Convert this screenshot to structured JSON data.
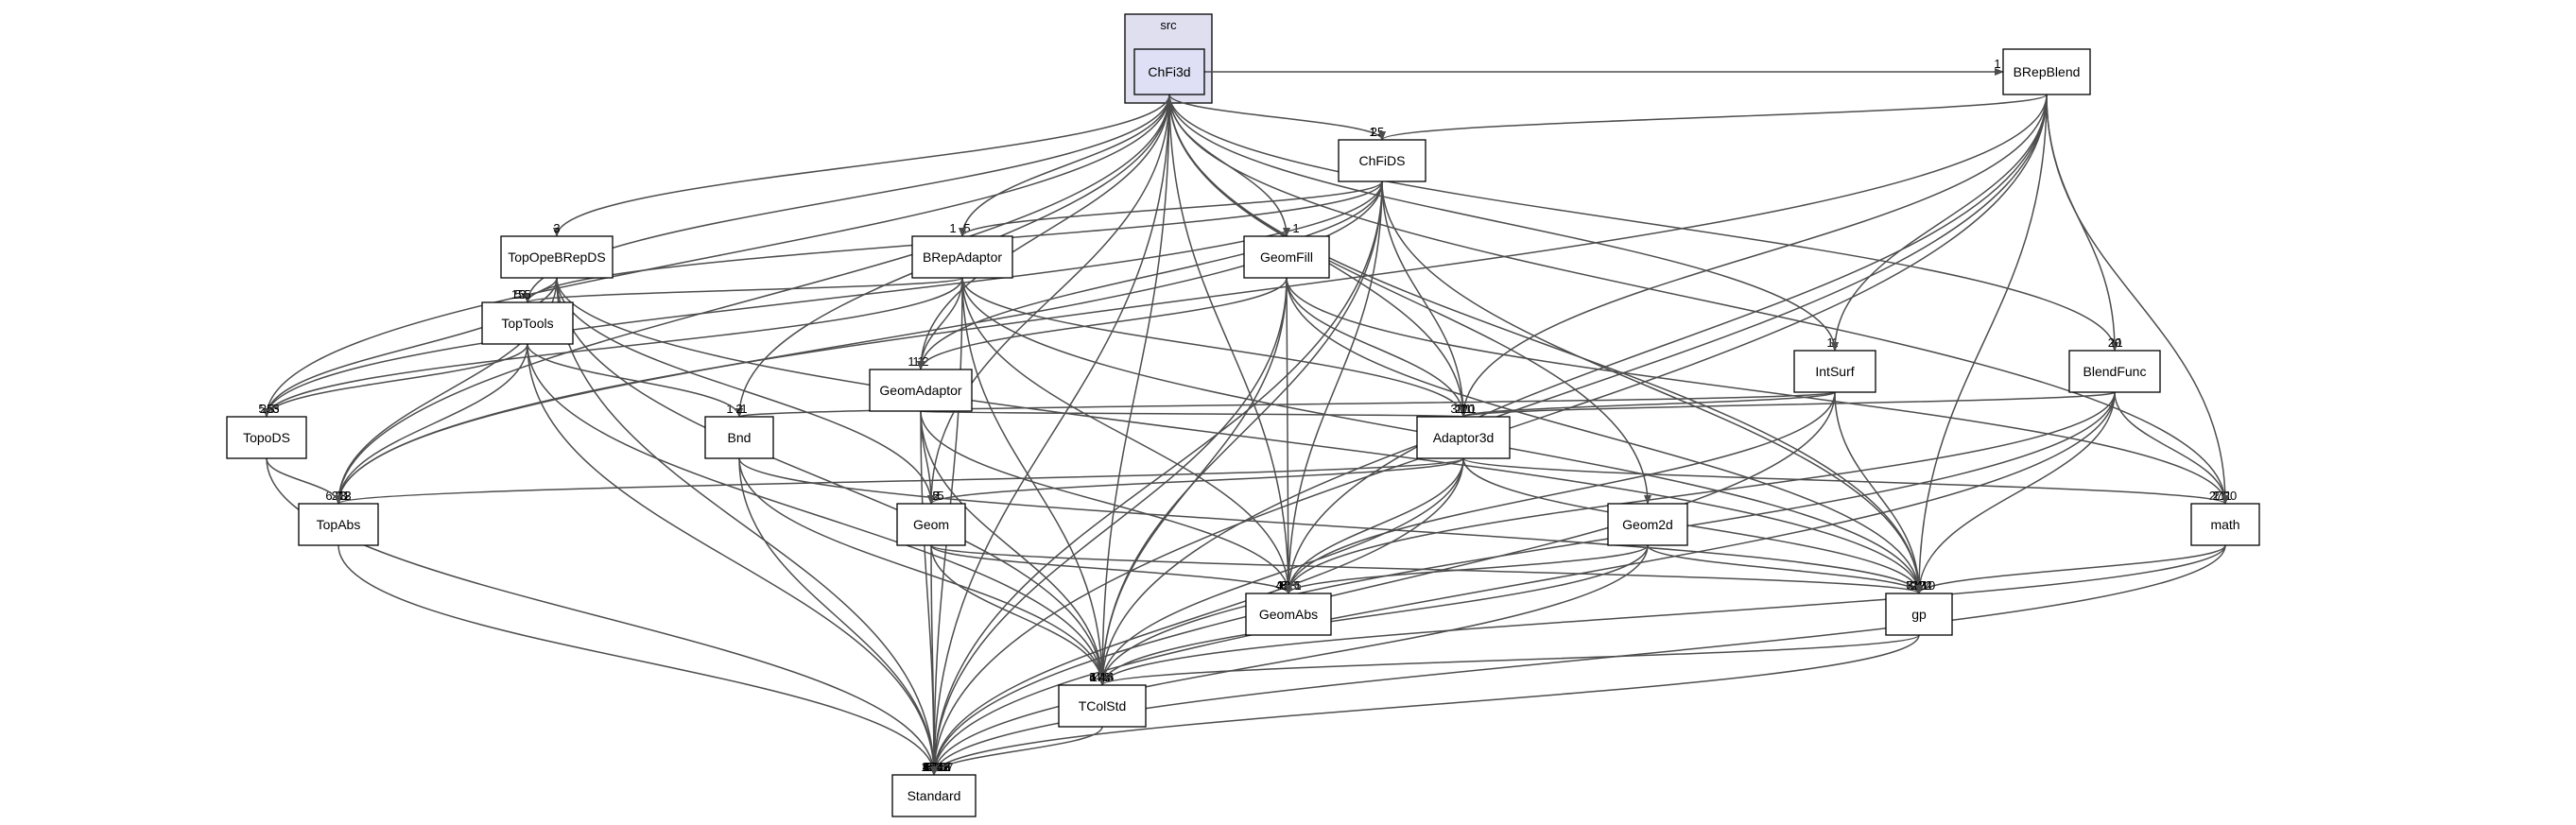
{
  "cluster": {
    "label": "src"
  },
  "nodes": [
    {
      "id": "ChFi3d",
      "label": "ChFi3d",
      "main": true
    },
    {
      "id": "BRepBlend",
      "label": "BRepBlend"
    },
    {
      "id": "ChFiDS",
      "label": "ChFiDS"
    },
    {
      "id": "TopOpeBRepDS",
      "label": "TopOpeBRepDS"
    },
    {
      "id": "BRepAdaptor",
      "label": "BRepAdaptor"
    },
    {
      "id": "GeomFill",
      "label": "GeomFill"
    },
    {
      "id": "TopTools",
      "label": "TopTools"
    },
    {
      "id": "GeomAdaptor",
      "label": "GeomAdaptor"
    },
    {
      "id": "IntSurf",
      "label": "IntSurf"
    },
    {
      "id": "BlendFunc",
      "label": "BlendFunc"
    },
    {
      "id": "TopoDS",
      "label": "TopoDS"
    },
    {
      "id": "Bnd",
      "label": "Bnd"
    },
    {
      "id": "Adaptor3d",
      "label": "Adaptor3d"
    },
    {
      "id": "TopAbs",
      "label": "TopAbs"
    },
    {
      "id": "Geom",
      "label": "Geom"
    },
    {
      "id": "Geom2d",
      "label": "Geom2d"
    },
    {
      "id": "math",
      "label": "math"
    },
    {
      "id": "GeomAbs",
      "label": "GeomAbs"
    },
    {
      "id": "gp",
      "label": "gp"
    },
    {
      "id": "TColStd",
      "label": "TColStd"
    },
    {
      "id": "Standard",
      "label": "Standard"
    }
  ],
  "edges": [
    {
      "from": "ChFi3d",
      "to": "BRepBlend",
      "label": "1"
    },
    {
      "from": "ChFi3d",
      "to": "ChFiDS",
      "label": "25"
    },
    {
      "from": "ChFi3d",
      "to": "TopOpeBRepDS",
      "label": "3"
    },
    {
      "from": "ChFi3d",
      "to": "BRepAdaptor",
      "label": "5"
    },
    {
      "from": "ChFi3d",
      "to": "GeomFill",
      "label": "1"
    },
    {
      "from": "ChFi3d",
      "to": "TopTools",
      "label": "5"
    },
    {
      "from": "ChFi3d",
      "to": "GeomAdaptor",
      "label": "1"
    },
    {
      "from": "ChFi3d",
      "to": "IntSurf",
      "label": "1"
    },
    {
      "from": "ChFi3d",
      "to": "BlendFunc",
      "label": "1"
    },
    {
      "from": "ChFi3d",
      "to": "TopoDS",
      "label": "3"
    },
    {
      "from": "ChFi3d",
      "to": "Bnd",
      "label": "1"
    },
    {
      "from": "ChFi3d",
      "to": "Adaptor3d",
      "label": "2"
    },
    {
      "from": "ChFi3d",
      "to": "TopAbs",
      "label": "3"
    },
    {
      "from": "ChFi3d",
      "to": "Geom",
      "label": "5"
    },
    {
      "from": "ChFi3d",
      "to": "Geom2d",
      "label": ""
    },
    {
      "from": "ChFi3d",
      "to": "math",
      "label": "2"
    },
    {
      "from": "ChFi3d",
      "to": "GeomAbs",
      "label": "36"
    },
    {
      "from": "ChFi3d",
      "to": "gp",
      "label": "2"
    },
    {
      "from": "ChFi3d",
      "to": "TColStd",
      "label": "33"
    },
    {
      "from": "ChFi3d",
      "to": "Standard",
      "label": "50"
    },
    {
      "from": "BRepBlend",
      "to": "ChFiDS",
      "label": "1"
    },
    {
      "from": "BRepBlend",
      "to": "IntSurf",
      "label": "1"
    },
    {
      "from": "BRepBlend",
      "to": "BlendFunc",
      "label": "20"
    },
    {
      "from": "BRepBlend",
      "to": "Adaptor3d",
      "label": "20"
    },
    {
      "from": "BRepBlend",
      "to": "TopAbs",
      "label": "3"
    },
    {
      "from": "BRepBlend",
      "to": "math",
      "label": "27"
    },
    {
      "from": "BRepBlend",
      "to": "GeomAbs",
      "label": "8"
    },
    {
      "from": "BRepBlend",
      "to": "gp",
      "label": "37"
    },
    {
      "from": "BRepBlend",
      "to": "TColStd",
      "label": "24"
    },
    {
      "from": "BRepBlend",
      "to": "Standard",
      "label": "69"
    },
    {
      "from": "ChFiDS",
      "to": "BRepAdaptor",
      "label": "1"
    },
    {
      "from": "ChFiDS",
      "to": "TopTools",
      "label": "3"
    },
    {
      "from": "ChFiDS",
      "to": "GeomAdaptor",
      "label": "1"
    },
    {
      "from": "ChFiDS",
      "to": "TopoDS",
      "label": "3"
    },
    {
      "from": "ChFiDS",
      "to": "Adaptor3d",
      "label": "1"
    },
    {
      "from": "ChFiDS",
      "to": "TopAbs",
      "label": "6"
    },
    {
      "from": "ChFiDS",
      "to": "GeomAbs",
      "label": "3"
    },
    {
      "from": "ChFiDS",
      "to": "gp",
      "label": "7"
    },
    {
      "from": "ChFiDS",
      "to": "TColStd",
      "label": "7"
    },
    {
      "from": "ChFiDS",
      "to": "Standard",
      "label": "56"
    },
    {
      "from": "TopOpeBRepDS",
      "to": "TopTools",
      "label": "15"
    },
    {
      "from": "TopOpeBRepDS",
      "to": "TopoDS",
      "label": "5"
    },
    {
      "from": "TopOpeBRepDS",
      "to": "TopAbs",
      "label": "21"
    },
    {
      "from": "TopOpeBRepDS",
      "to": "Geom",
      "label": "5"
    },
    {
      "from": "TopOpeBRepDS",
      "to": "gp",
      "label": "4"
    },
    {
      "from": "TopOpeBRepDS",
      "to": "TColStd",
      "label": "6"
    },
    {
      "from": "TopOpeBRepDS",
      "to": "Standard",
      "label": "90"
    },
    {
      "from": "BRepAdaptor",
      "to": "TopTools",
      "label": "5"
    },
    {
      "from": "BRepAdaptor",
      "to": "GeomAdaptor",
      "label": "2"
    },
    {
      "from": "BRepAdaptor",
      "to": "TopoDS",
      "label": "5"
    },
    {
      "from": "BRepAdaptor",
      "to": "Adaptor3d",
      "label": "3"
    },
    {
      "from": "BRepAdaptor",
      "to": "GeomAbs",
      "label": "6"
    },
    {
      "from": "BRepAdaptor",
      "to": "gp",
      "label": "20"
    },
    {
      "from": "BRepAdaptor",
      "to": "TColStd",
      "label": "3"
    },
    {
      "from": "BRepAdaptor",
      "to": "Standard",
      "label": "11"
    },
    {
      "from": "GeomFill",
      "to": "GeomAdaptor",
      "label": "1"
    },
    {
      "from": "GeomFill",
      "to": "Adaptor3d",
      "label": "1"
    },
    {
      "from": "GeomFill",
      "to": "math",
      "label": "11"
    },
    {
      "from": "GeomFill",
      "to": "GeomAbs",
      "label": "3"
    },
    {
      "from": "GeomFill",
      "to": "gp",
      "label": "2"
    },
    {
      "from": "GeomFill",
      "to": "TColStd",
      "label": "1"
    },
    {
      "from": "GeomFill",
      "to": "Standard",
      "label": "5"
    },
    {
      "from": "TopTools",
      "to": "TopoDS",
      "label": "25"
    },
    {
      "from": "TopTools",
      "to": "Bnd",
      "label": "1"
    },
    {
      "from": "TopTools",
      "to": "TopAbs",
      "label": "2"
    },
    {
      "from": "TopTools",
      "to": "TColStd",
      "label": "5"
    },
    {
      "from": "TopTools",
      "to": "Standard",
      "label": "43"
    },
    {
      "from": "GeomAdaptor",
      "to": "Adaptor3d",
      "label": "3"
    },
    {
      "from": "GeomAdaptor",
      "to": "Geom",
      "label": "2"
    },
    {
      "from": "GeomAdaptor",
      "to": "GeomAbs",
      "label": "5"
    },
    {
      "from": "GeomAdaptor",
      "to": "TColStd",
      "label": "1"
    },
    {
      "from": "GeomAdaptor",
      "to": "Standard",
      "label": "3"
    },
    {
      "from": "IntSurf",
      "to": "Bnd",
      "label": "2"
    },
    {
      "from": "IntSurf",
      "to": "Adaptor3d",
      "label": "1"
    },
    {
      "from": "IntSurf",
      "to": "GeomAbs",
      "label": "1"
    },
    {
      "from": "IntSurf",
      "to": "gp",
      "label": "6"
    },
    {
      "from": "IntSurf",
      "to": "Standard",
      "label": "16"
    },
    {
      "from": "BlendFunc",
      "to": "Adaptor3d",
      "label": "1"
    },
    {
      "from": "BlendFunc",
      "to": "math",
      "label": "20"
    },
    {
      "from": "BlendFunc",
      "to": "GeomAbs",
      "label": "1"
    },
    {
      "from": "BlendFunc",
      "to": "gp",
      "label": "7"
    },
    {
      "from": "BlendFunc",
      "to": "TColStd",
      "label": "10"
    },
    {
      "from": "BlendFunc",
      "to": "Standard",
      "label": "20"
    },
    {
      "from": "TopoDS",
      "to": "TopAbs",
      "label": "11"
    },
    {
      "from": "TopoDS",
      "to": "Standard",
      "label": "32"
    },
    {
      "from": "Bnd",
      "to": "gp",
      "label": "3"
    },
    {
      "from": "Bnd",
      "to": "TColStd",
      "label": "4"
    },
    {
      "from": "Bnd",
      "to": "Standard",
      "label": "42"
    },
    {
      "from": "Adaptor3d",
      "to": "TopAbs",
      "label": "3"
    },
    {
      "from": "Adaptor3d",
      "to": "Geom",
      "label": "5"
    },
    {
      "from": "Adaptor3d",
      "to": "math",
      "label": "1"
    },
    {
      "from": "Adaptor3d",
      "to": "GeomAbs",
      "label": "13"
    },
    {
      "from": "Adaptor3d",
      "to": "gp",
      "label": "12"
    },
    {
      "from": "Adaptor3d",
      "to": "TColStd",
      "label": "4"
    },
    {
      "from": "Adaptor3d",
      "to": "Standard",
      "label": "46"
    },
    {
      "from": "TopAbs",
      "to": "Standard",
      "label": "1"
    },
    {
      "from": "Geom",
      "to": "GeomAbs",
      "label": "6"
    },
    {
      "from": "Geom",
      "to": "gp",
      "label": "4"
    },
    {
      "from": "Geom",
      "to": "TColStd",
      "label": "16"
    },
    {
      "from": "Geom",
      "to": "Standard",
      "label": "107"
    },
    {
      "from": "Geom2d",
      "to": "GeomAbs",
      "label": "4"
    },
    {
      "from": "Geom2d",
      "to": "gp",
      "label": "2"
    },
    {
      "from": "Geom2d",
      "to": "TColStd",
      "label": "4"
    },
    {
      "from": "Geom2d",
      "to": "Standard",
      "label": "27"
    },
    {
      "from": "math",
      "to": "gp",
      "label": "10"
    },
    {
      "from": "math",
      "to": "TColStd",
      "label": "4"
    },
    {
      "from": "math",
      "to": "Standard",
      "label": "85"
    },
    {
      "from": "gp",
      "to": "TColStd",
      "label": "4"
    },
    {
      "from": "gp",
      "to": "Standard",
      "label": "15"
    },
    {
      "from": "TColStd",
      "to": "Standard",
      "label": "43"
    }
  ]
}
